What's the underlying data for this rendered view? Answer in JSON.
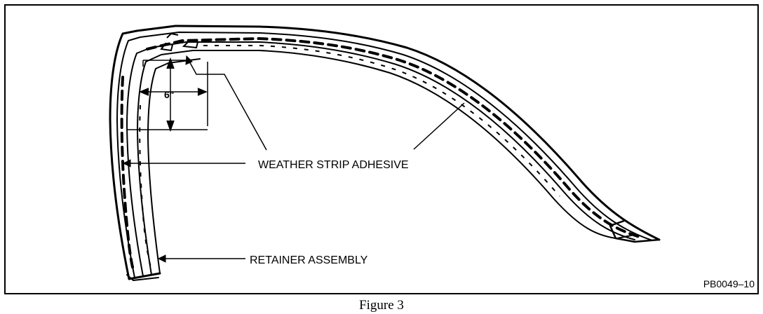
{
  "figure": {
    "caption": "Figure 3",
    "reference_code": "PB0049–10",
    "dimension_label": "6\"",
    "callouts": {
      "adhesive": "WEATHER STRIP ADHESIVE",
      "retainer": "RETAINER ASSEMBLY"
    }
  },
  "colors": {
    "ink": "#000000",
    "paper": "#ffffff"
  }
}
